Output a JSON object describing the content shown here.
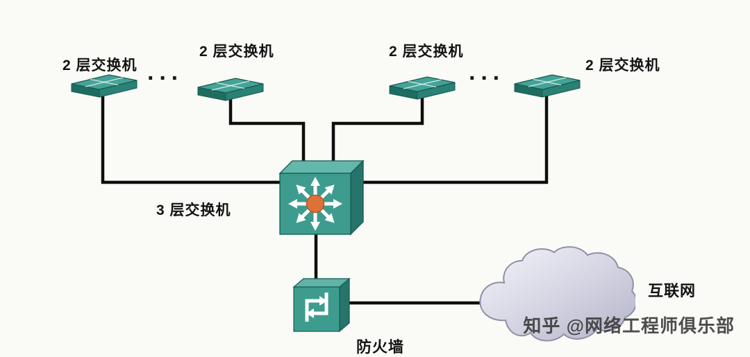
{
  "diagram": {
    "l2_switches": [
      {
        "label": "2 层交换机"
      },
      {
        "label": "2 层交换机"
      },
      {
        "label": "2 层交换机"
      },
      {
        "label": "2 层交换机"
      }
    ],
    "ellipsis": "···",
    "l3_switch": {
      "label": "3 层交换机"
    },
    "firewall": {
      "label": "防火墙"
    },
    "internet": {
      "label": "互联网"
    },
    "watermark": "知乎 @网络工程师俱乐部",
    "colors": {
      "device_teal_front": "#3d9c8e",
      "device_teal_top": "#5fb4a7",
      "device_teal_side": "#27746a",
      "device_stroke": "#155a50",
      "hub_orange": "#dd7238",
      "line_black": "#0e0e0e",
      "cloud_fill_light": "#f4f4fa",
      "cloud_fill_dark": "#b3b3c9",
      "cloud_stroke": "#8f8fa6"
    }
  }
}
